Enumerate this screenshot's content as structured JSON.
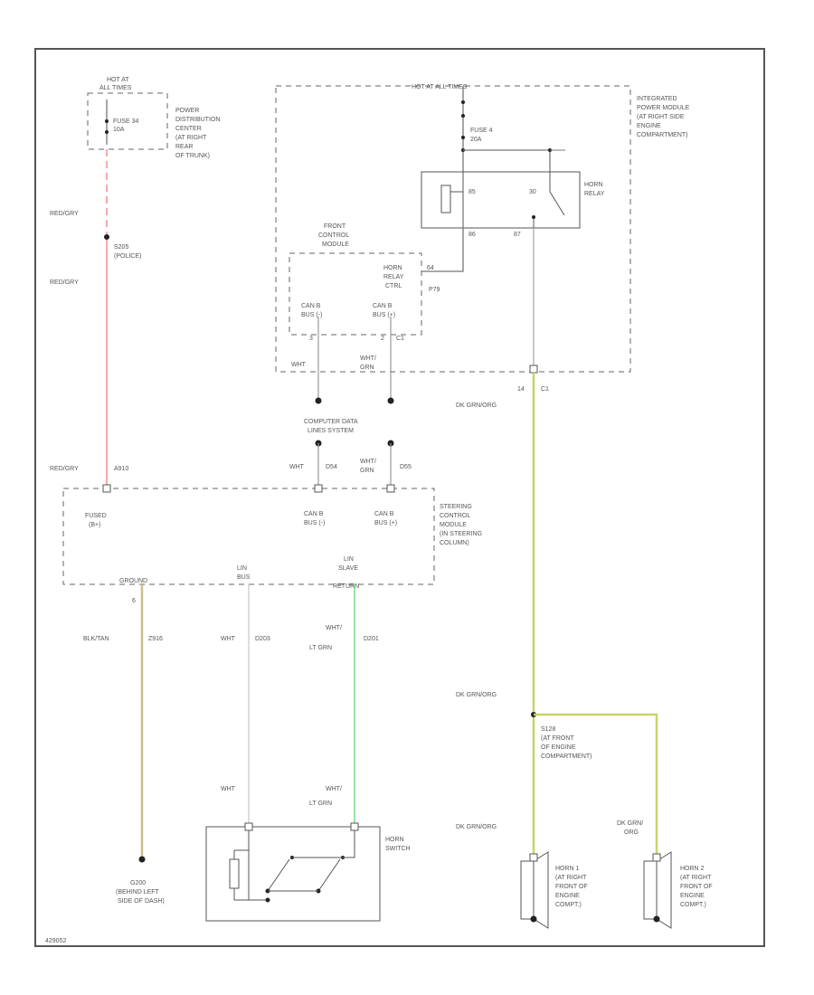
{
  "colors": {
    "red_gray": "#ef7f7f",
    "gray": "#aaaaaa",
    "dk_grn_org": "#c9d36a",
    "blk_tan": "#c8c08a",
    "wht_lt_grn": "#7ee08a",
    "outline": "#555555"
  },
  "labels": {
    "hot_at_all_times_left_1": "HOT AT",
    "hot_at_all_times_left_2": "ALL TIMES",
    "fuse_34_1": "FUSE 34",
    "fuse_34_2": "10A",
    "pdc_1": "POWER",
    "pdc_2": "DISTRIBUTION",
    "pdc_3": "CENTER",
    "pdc_4": "(AT RIGHT",
    "pdc_5": "REAR",
    "pdc_6": "OF TRUNK)",
    "red_gray_1": "RED/GRY",
    "s205_1": "S205",
    "s205_2": "(POLICE)",
    "red_gray_2": "RED/GRY",
    "red_gray_3": "RED/GRY",
    "a910": "A910",
    "hot_at_all_times_top": "HOT AT ALL TIMES",
    "ipm_1": "INTEGRATED",
    "ipm_2": "POWER MODULE",
    "ipm_3": "(AT RIGHT SIDE",
    "ipm_4": "ENGINE",
    "ipm_5": "COMPARTMENT)",
    "fuse_4_1": "FUSE 4",
    "fuse_4_2": "20A",
    "horn_relay_1": "HORN",
    "horn_relay_2": "RELAY",
    "pin_85": "85",
    "pin_30": "30",
    "pin_86": "86",
    "pin_87": "87",
    "fcm_1": "FRONT",
    "fcm_2": "CONTROL",
    "fcm_3": "MODULE",
    "horn_relay_ctrl_1": "HORN",
    "horn_relay_ctrl_2": "RELAY",
    "horn_relay_ctrl_3": "CTRL",
    "pin_64": "64",
    "p79": "P79",
    "can_b_minus_1": "CAN B",
    "can_b_minus_2": "BUS (-)",
    "can_b_plus_1": "CAN B",
    "can_b_plus_2": "BUS (+)",
    "pin_3": "3",
    "pin_2": "2",
    "c1_fcm": "C1",
    "wht_1": "WHT",
    "wht_grn_1": "WHT/",
    "wht_grn_2": "GRN",
    "pin_14": "14",
    "c1_ipm": "C1",
    "dk_grn_org_1": "DK GRN/ORG",
    "cds_1": "COMPUTER DATA",
    "cds_2": "LINES SYSTEM",
    "wht_2": "WHT",
    "d54": "D54",
    "wht_grn_3": "WHT/",
    "wht_grn_4": "GRN",
    "d55": "D55",
    "fused_1": "FUSED",
    "fused_2": "(B+)",
    "can_b_minus_3": "CAN B",
    "can_b_minus_4": "BUS (-)",
    "can_b_plus_3": "CAN B",
    "can_b_plus_4": "BUS (+)",
    "scm_1": "STEERING",
    "scm_2": "CONTROL",
    "scm_3": "MODULE",
    "scm_4": "(IN STEERING",
    "scm_5": "COLUMN)",
    "ground": "GROUND",
    "pin_6": "6",
    "lin_1": "LIN",
    "lin_2": "BUS",
    "lin_slave_1": "LIN",
    "lin_slave_2": "SLAVE",
    "lin_slave_3": "RETURN",
    "blk_tan": "BLK/TAN",
    "z916": "Z916",
    "wht_3": "WHT",
    "d203": "D203",
    "wht_ltgrn_1": "WHT/",
    "wht_ltgrn_2": "LT GRN",
    "d201": "D201",
    "dk_grn_org_2": "DK GRN/ORG",
    "s128_1": "S128",
    "s128_2": "(AT FRONT",
    "s128_3": "OF ENGINE",
    "s128_4": "COMPARTMENT)",
    "wht_4": "WHT",
    "wht_ltgrn_3": "WHT/",
    "wht_ltgrn_4": "LT GRN",
    "horn_switch_1": "HORN",
    "horn_switch_2": "SWITCH",
    "dk_grn_org_3": "DK GRN/ORG",
    "dk_grn_1": "DK GRN/",
    "dk_grn_2": "ORG",
    "g200_1": "G200",
    "g200_2": "(BEHIND LEFT",
    "g200_3": "SIDE OF DASH)",
    "horn1_1": "HORN 1",
    "horn1_2": "(AT RIGHT",
    "horn1_3": "FRONT OF",
    "horn1_4": "ENGINE",
    "horn1_5": "COMPT.)",
    "horn2_1": "HORN 2",
    "horn2_2": "(AT RIGHT",
    "horn2_3": "FRONT OF",
    "horn2_4": "ENGINE",
    "horn2_5": "COMPT.)",
    "code": "429052"
  }
}
